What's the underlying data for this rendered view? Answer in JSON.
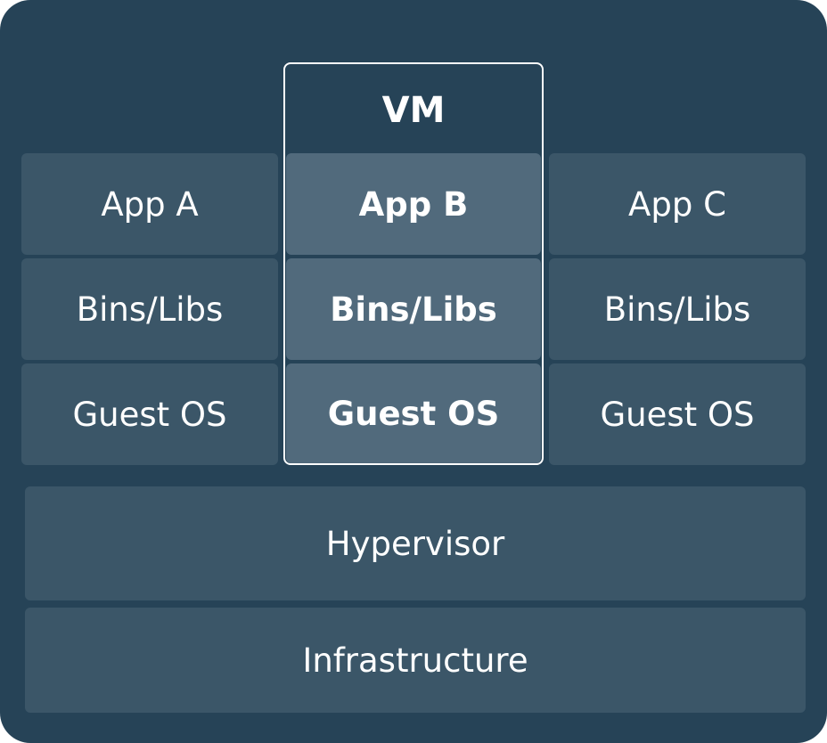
{
  "vm": {
    "label": "VM",
    "app": "App B",
    "bins": "Bins/Libs",
    "os": "Guest OS"
  },
  "left_stack": {
    "app": "App A",
    "bins": "Bins/Libs",
    "os": "Guest OS"
  },
  "right_stack": {
    "app": "App C",
    "bins": "Bins/Libs",
    "os": "Guest OS"
  },
  "hypervisor": "Hypervisor",
  "infrastructure": "Infrastructure",
  "colors": {
    "frame_bg": "#264357",
    "block_bg": "#3b5668",
    "highlight_bg": "#516a7c",
    "outline": "#ffffff",
    "text": "#ffffff"
  }
}
